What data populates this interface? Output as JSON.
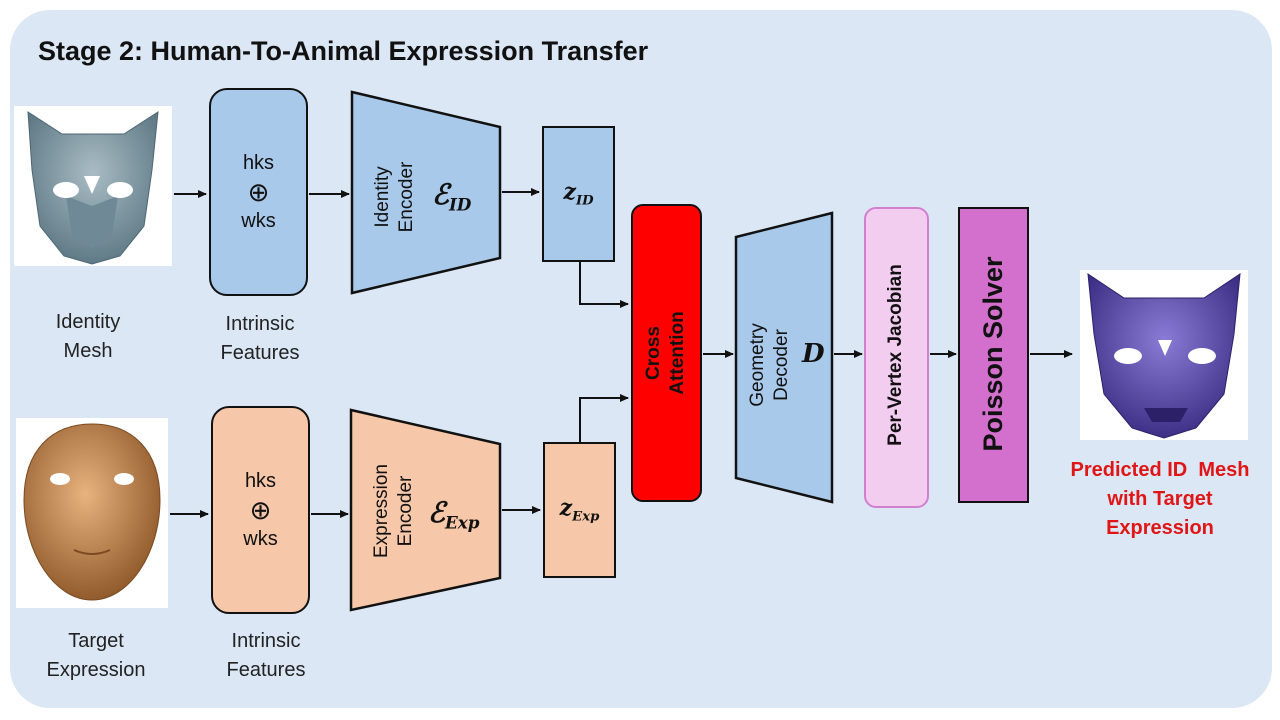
{
  "title": "Stage 2: Human-To-Animal Expression Transfer",
  "identity_mesh_label_line1": "Identity",
  "identity_mesh_label_line2": "Mesh",
  "target_expression_label_line1": "Target",
  "target_expression_label_line2": "Expression",
  "intrinsic_features_top_line1": "Intrinsic",
  "intrinsic_features_top_line2": "Features",
  "intrinsic_features_bottom_line1": "Intrinsic",
  "intrinsic_features_bottom_line2": "Features",
  "feature_box": {
    "hks": "hks",
    "oplus": "⊕",
    "wks": "wks"
  },
  "identity_encoder_line1": "Identity",
  "identity_encoder_line2": "Encoder",
  "identity_encoder_symbol": "ℰ",
  "identity_encoder_sub": "ID",
  "expression_encoder_line1": "Expression",
  "expression_encoder_line2": "Encoder",
  "expression_encoder_symbol": "ℰ",
  "expression_encoder_sub": "Exp",
  "z_id_symbol": "z",
  "z_id_sub": "ID",
  "z_exp_symbol": "z",
  "z_exp_sub": "Exp",
  "cross_attention_line1": "Cross",
  "cross_attention_line2": "Attention",
  "geometry_decoder_line1": "Geometry",
  "geometry_decoder_line2": "Decoder",
  "geometry_decoder_symbol": "D",
  "per_vertex_jacobian": "Per-Vertex Jacobian",
  "poisson_solver": "Poisson Solver",
  "output_label_line1": "Predicted ID  Mesh",
  "output_label_line2": "with Target",
  "output_label_line3": "Expression",
  "colors": {
    "panel_bg": "#dbe7f5",
    "identity_blue": "#a9c9ea",
    "expression_peach": "#f6c7a9",
    "cross_attention_red": "#ff0000",
    "jacobian_pink": "#f2cdef",
    "poisson_magenta": "#d36fcc",
    "output_red": "#e01616"
  }
}
